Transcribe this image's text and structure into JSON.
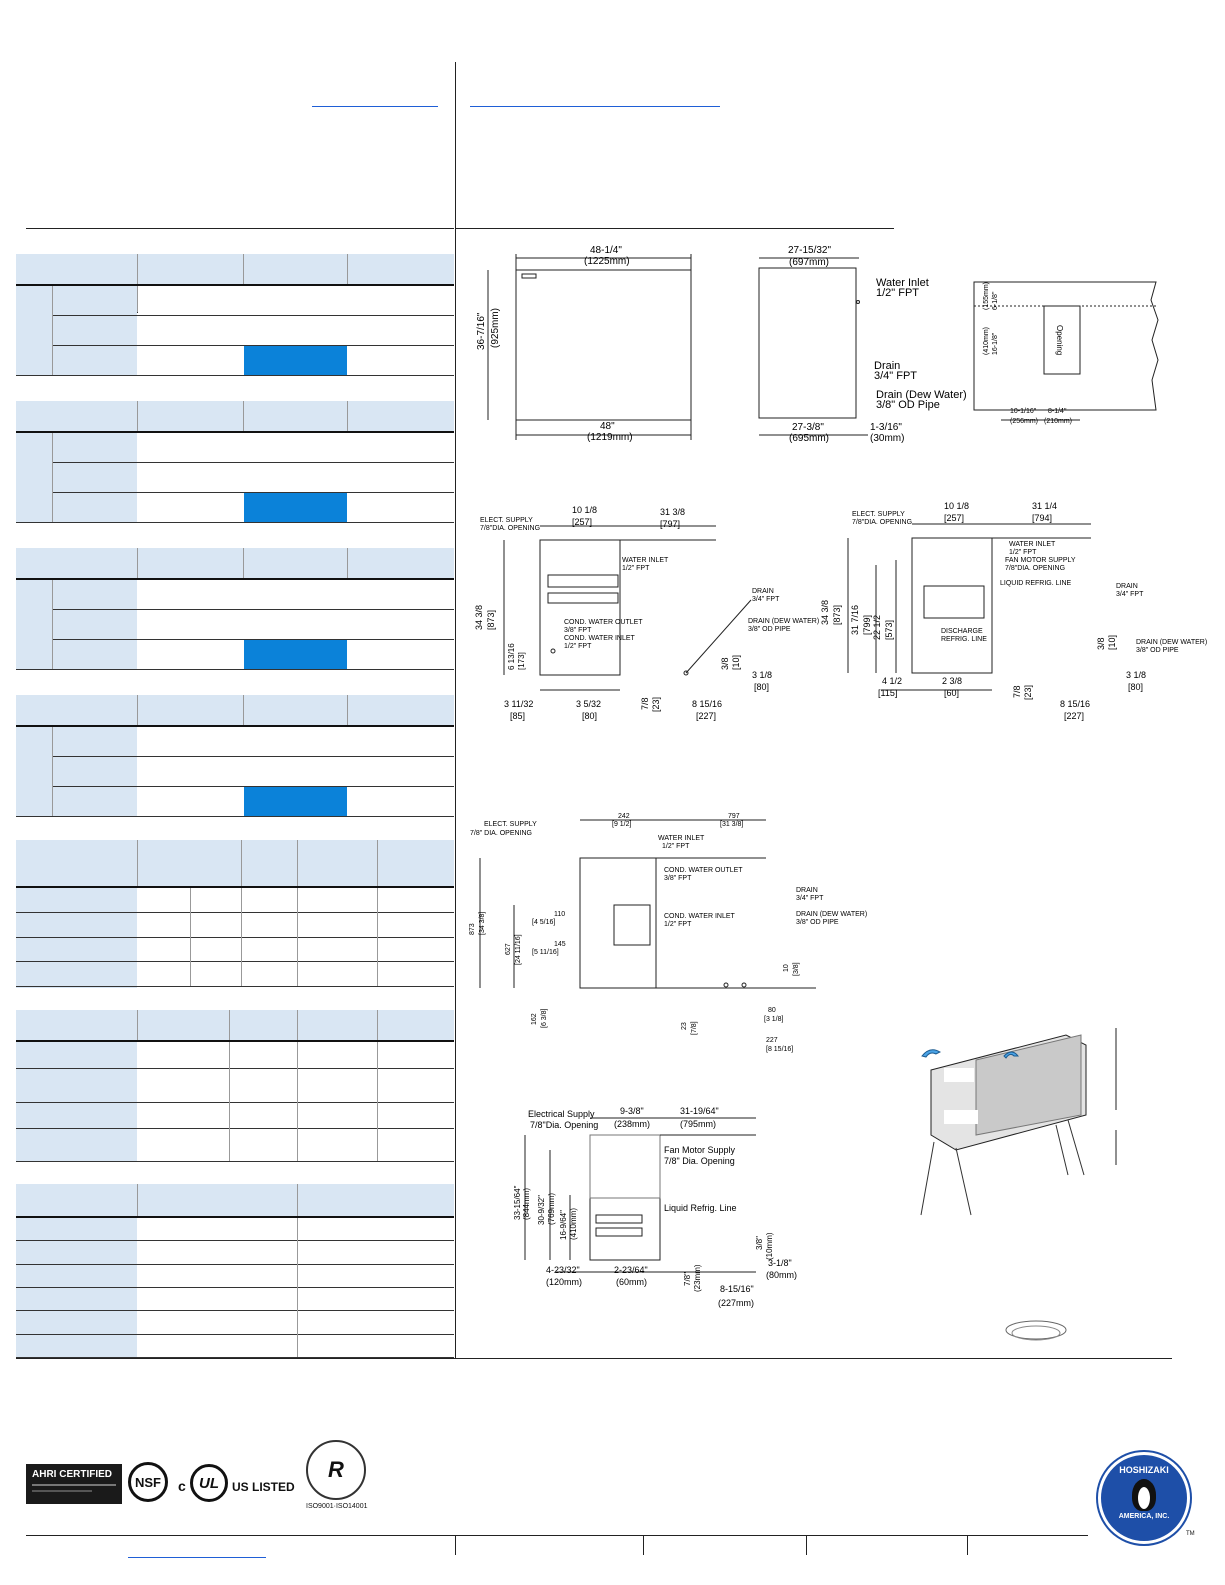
{
  "drawings": {
    "front_view": {
      "top_width": "48-1/4\"",
      "top_width_mm": "(1225mm)",
      "height": "36-7/16\"",
      "height_mm": "(925mm)",
      "bottom_width": "48\"",
      "bottom_width_mm": "(1219mm)"
    },
    "side_view": {
      "depth_top": "27-15/32\"",
      "depth_top_mm": "(697mm)",
      "water_inlet": "Water Inlet",
      "water_inlet_size": "1/2\" FPT",
      "drain": "Drain",
      "drain_size": "3/4\" FPT",
      "drain_dew": "Drain (Dew Water)",
      "drain_dew_size": "3/8\" OD Pipe",
      "depth_bottom": "27-3/8\"",
      "depth_bottom_mm": "(695mm)",
      "offset": "1-3/16\"",
      "offset_mm": "(30mm)"
    },
    "opening_view": {
      "top_dim": "6-1/8\"",
      "top_dim_mm": "(155mm)",
      "mid_dim": "16-1/8\"",
      "mid_dim_mm": "(410mm)",
      "label": "Opening",
      "left_dim": "10-1/16\"",
      "left_dim_mm": "(256mm)",
      "right_dim": "8-1/4\"",
      "right_dim_mm": "(210mm)"
    },
    "water_cooled_view": {
      "elect_supply": "ELECT. SUPPLY",
      "elect_opening": "7/8\"DIA. OPENING",
      "dim_top_left": "10 1/8",
      "dim_top_left_mm": "[257]",
      "dim_top_right": "31 3/8",
      "dim_top_right_mm": "[797]",
      "water_inlet": "WATER INLET",
      "water_inlet_size": "1/2\" FPT",
      "height": "34 3/8",
      "height_mm": "[873]",
      "cond_outlet": "COND. WATER OUTLET",
      "cond_outlet_size": "3/8\" FPT",
      "cond_inlet": "COND. WATER INLET",
      "cond_inlet_size": "1/2\" FPT",
      "drain": "DRAIN",
      "drain_size": "3/4\" FPT",
      "drain_dew": "DRAIN (DEW WATER)",
      "drain_dew_size": "3/8\" OD PIPE",
      "low_height": "6 13/16",
      "low_height_mm": "[173]",
      "bottom_left": "3 11/32",
      "bottom_left_mm": "[85]",
      "bottom_mid": "3 5/32",
      "bottom_mid_mm": "[80]",
      "bottom_small": "7/8",
      "bottom_small_mm": "[23]",
      "bottom_right": "8 15/16",
      "bottom_right_mm": "[227]",
      "right_small": "3/8",
      "right_small_mm": "[10]",
      "right_offset": "3 1/8",
      "right_offset_mm": "[80]"
    },
    "remote_view": {
      "elect_supply": "ELECT. SUPPLY",
      "elect_opening": "7/8\"DIA. OPENING",
      "dim_top_left": "10 1/8",
      "dim_top_left_mm": "[257]",
      "dim_top_right": "31 1/4",
      "dim_top_right_mm": "[794]",
      "water_inlet": "WATER INLET",
      "water_inlet_size": "1/2\" FPT",
      "fan_motor": "FAN MOTOR SUPPLY",
      "fan_motor_opening": "7/8\"DIA. OPENING",
      "liquid_line": "LIQUID REFRIG. LINE",
      "discharge_line": "DISCHARGE",
      "discharge_line2": "REFRIG. LINE",
      "height": "34 3/8",
      "height_mm": "[873]",
      "height2": "31 7/16",
      "height2_mm": "[799]",
      "height3": "22 1/2",
      "height3_mm": "[573]",
      "drain": "DRAIN",
      "drain_size": "3/4\" FPT",
      "drain_dew": "DRAIN (DEW WATER)",
      "drain_dew_size": "3/8\" OD PIPE",
      "bottom_left": "4 1/2",
      "bottom_left_mm": "[115]",
      "bottom_mid": "2 3/8",
      "bottom_mid_mm": "[60]",
      "bottom_small": "7/8",
      "bottom_small_mm": "[23]",
      "bottom_right": "8 15/16",
      "bottom_right_mm": "[227]",
      "right_small": "3/8",
      "right_small_mm": "[10]",
      "right_offset": "3 1/8",
      "right_offset_mm": "[80]"
    },
    "metric_view": {
      "elect_supply": "ELECT. SUPPLY",
      "elect_opening": "7/8\" DIA. OPENING",
      "dim_top_left": "242",
      "dim_top_left_in": "[9 1/2]",
      "dim_top_right": "797",
      "dim_top_right_in": "[31 3/8]",
      "water_inlet": "WATER INLET",
      "water_inlet_size": "1/2\" FPT",
      "cond_outlet": "COND. WATER OUTLET",
      "cond_outlet_size": "3/8\" FPT",
      "cond_inlet": "COND. WATER INLET",
      "cond_inlet_size": "1/2\" FPT",
      "drain": "DRAIN",
      "drain_size": "3/4\" FPT",
      "drain_dew": "DRAIN (DEW WATER)",
      "drain_dew_size": "3/8\" OD PIPE",
      "height": "873",
      "height_in": "[34 3/8]",
      "h2": "627",
      "h2_in": "[24 11/16]",
      "h3": "110",
      "h3_in": "[4 5/16]",
      "h4": "145",
      "h4_in": "[5 11/16]",
      "h5": "162",
      "h5_in": "[6 3/8]",
      "b1": "23",
      "b1_in": "[7/8]",
      "b2": "80",
      "b2_in": "[3 1/8]",
      "b3": "227",
      "b3_in": "[8 15/16]",
      "r1": "10",
      "r1_in": "[3/8]"
    },
    "remote_metric_view": {
      "elect_supply": "Electrical Supply",
      "elect_opening": "7/8\"Dia. Opening",
      "dim_top_left": "9-3/8\"",
      "dim_top_left_mm": "(238mm)",
      "dim_top_right": "31-19/64\"",
      "dim_top_right_mm": "(795mm)",
      "fan_motor": "Fan Motor Supply",
      "fan_motor_opening": "7/8\" Dia. Opening",
      "liquid_line": "Liquid Refrig. Line",
      "h1": "33-15/64\"",
      "h1_mm": "(844mm)",
      "h2": "30-9/32\"",
      "h2_mm": "(769mm)",
      "h3": "16-9/64\"",
      "h3_mm": "(410mm)",
      "b1": "4-23/32\"",
      "b1_mm": "(120mm)",
      "b2": "2-23/64\"",
      "b2_mm": "(60mm)",
      "b3": "7/8\"",
      "b3_mm": "(23mm)",
      "b4": "8-15/16\"",
      "b4_mm": "(227mm)",
      "r1": "3/8\"",
      "r1_mm": "(10mm)",
      "r2": "3-1/8\"",
      "r2_mm": "(80mm)"
    }
  },
  "certifications": {
    "ahri": "AHRI CERTIFIED",
    "nsf": "NSF",
    "ul_c": "c",
    "ul_mark": "UL",
    "ul_listed": "US LISTED",
    "iso": "ISO9001·ISO14001"
  },
  "brand": {
    "name_top": "HOSHIZAKI",
    "name_bottom": "AMERICA, INC.",
    "tm": "TM"
  },
  "colors": {
    "table_header": "#d9e6f3",
    "highlight": "#0b82d9",
    "link": "#1f5fd6"
  }
}
